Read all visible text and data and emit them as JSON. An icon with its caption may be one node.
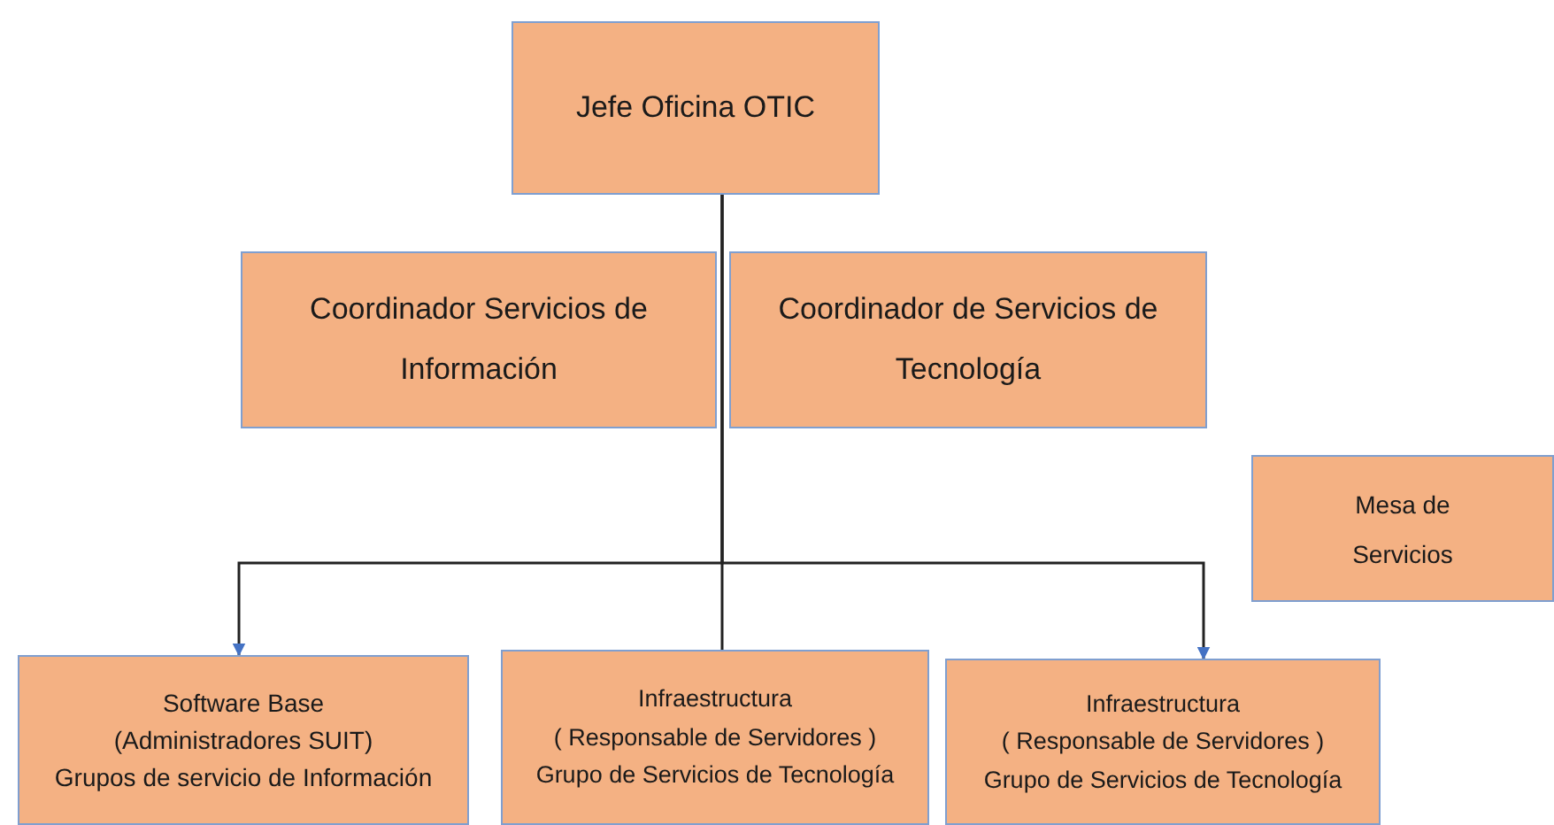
{
  "diagram": {
    "nodes": [
      {
        "text": [
          "Jefe Oficina OTIC"
        ]
      },
      {
        "text": [
          "Coordinador  Servicios de Información"
        ]
      },
      {
        "text": [
          "Coordinador de Servicios de Tecnología"
        ]
      },
      {
        "text": [
          "Mesa de Servicios"
        ]
      },
      {
        "text": [
          "Software Base",
          "(Administradores SUIT)",
          "Grupos de servicio de Información"
        ]
      },
      {
        "text": [
          "Infraestructura",
          "( Responsable de Servidores )",
          "Grupo de Servicios de Tecnología"
        ]
      },
      {
        "text": [
          "Infraestructura",
          "( Responsable de Servidores )",
          "Grupo de Servicios de Tecnología"
        ]
      }
    ],
    "edges": [
      {
        "from": 0,
        "to": 4,
        "arrow": "to"
      },
      {
        "from": 0,
        "to": 5,
        "arrow": "none"
      },
      {
        "from": 0,
        "to": 6,
        "arrow": "to"
      }
    ]
  }
}
